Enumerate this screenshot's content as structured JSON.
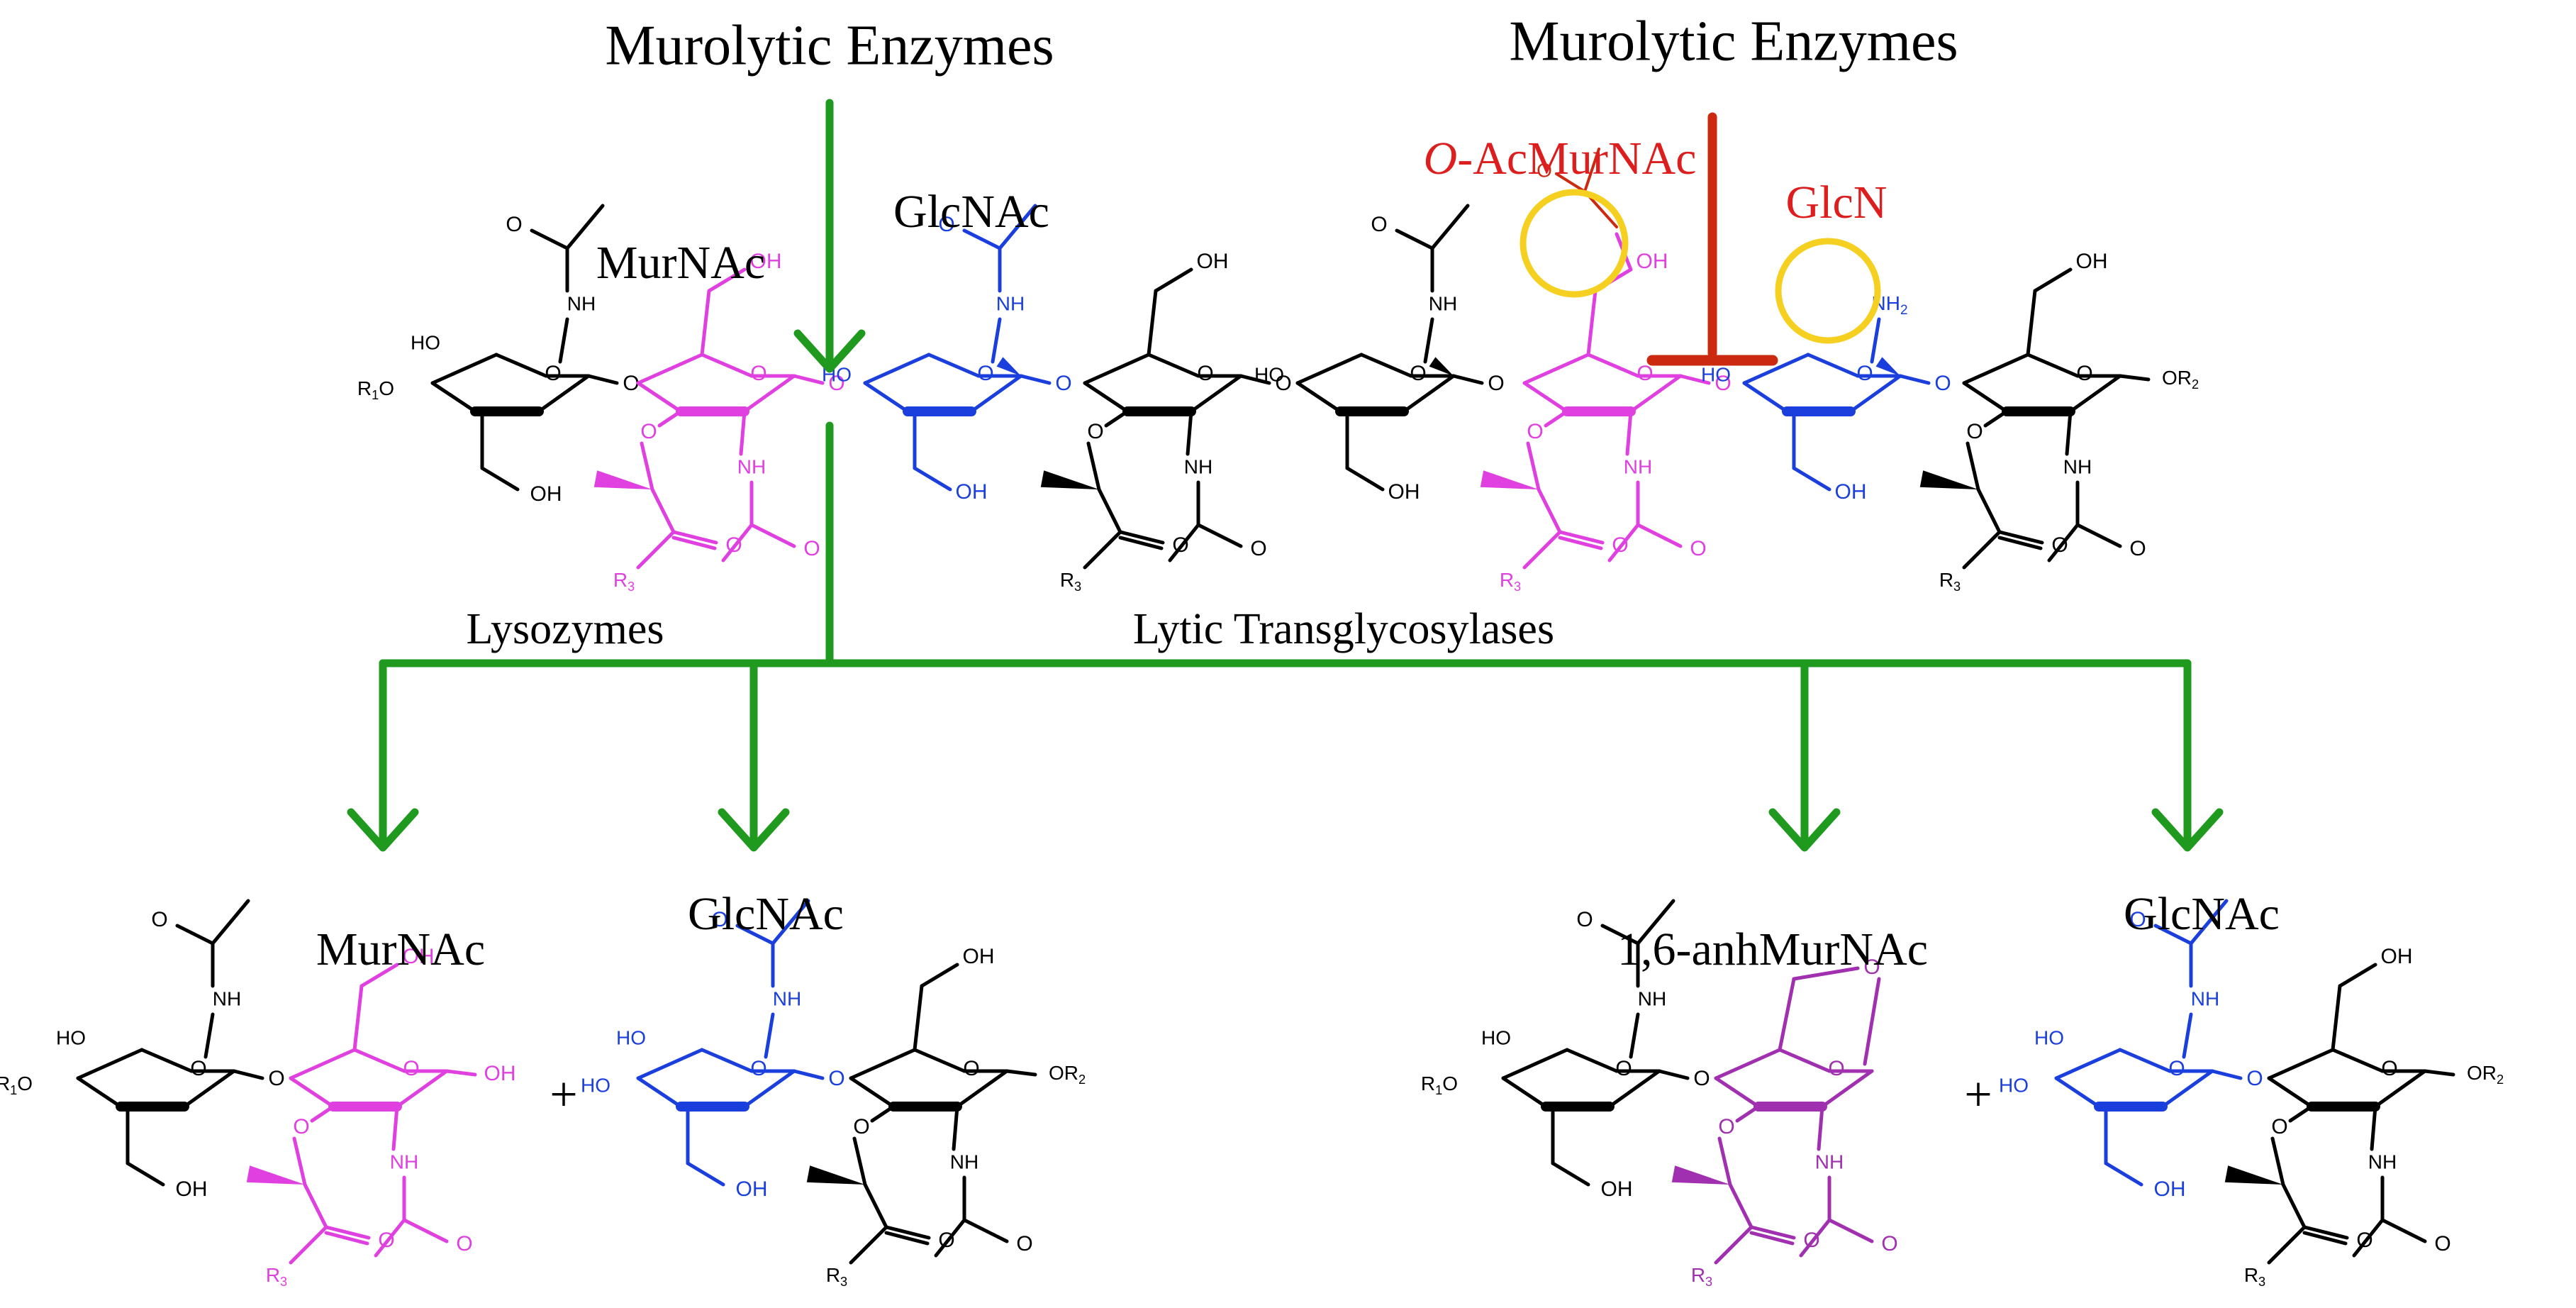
{
  "labels": {
    "murolytic_left": "Murolytic Enzymes",
    "murolytic_right": "Murolytic Enzymes",
    "oacmurnac_italic": "O",
    "oacmurnac_rest": "-AcMurNAc",
    "glcn": "GlcN",
    "murnac_top": "MurNAc",
    "glcnac_top": "GlcNAc",
    "lysozymes": "Lysozymes",
    "lytic_transglycosylases": "Lytic Transglycosylases",
    "murnac_bottom": "MurNAc",
    "glcnac_bottom_left": "GlcNAc",
    "anhmurnac_bottom": "1,6-anhMurNAc",
    "glcnac_bottom_right": "GlcNAc",
    "plus": "+"
  },
  "atoms": {
    "O": "O",
    "OH": "OH",
    "HO": "HO",
    "NH": "NH",
    "NH2": "NH",
    "sub2": "2",
    "R1O": "R",
    "R1O_sub": "1",
    "R1O_tail": "O",
    "R2": "R",
    "R2_sub": "2",
    "R3": "R",
    "R3_sub": "3"
  },
  "colors": {
    "black": "#000000",
    "murnac": "#e040e0",
    "glcnac": "#1a3fdc",
    "anhmurnac": "#a030b0",
    "inhibit": "#cc2a10",
    "arrow": "#1f9a1f",
    "highlight": "#f5d020",
    "red_label": "#dd1e1e"
  }
}
